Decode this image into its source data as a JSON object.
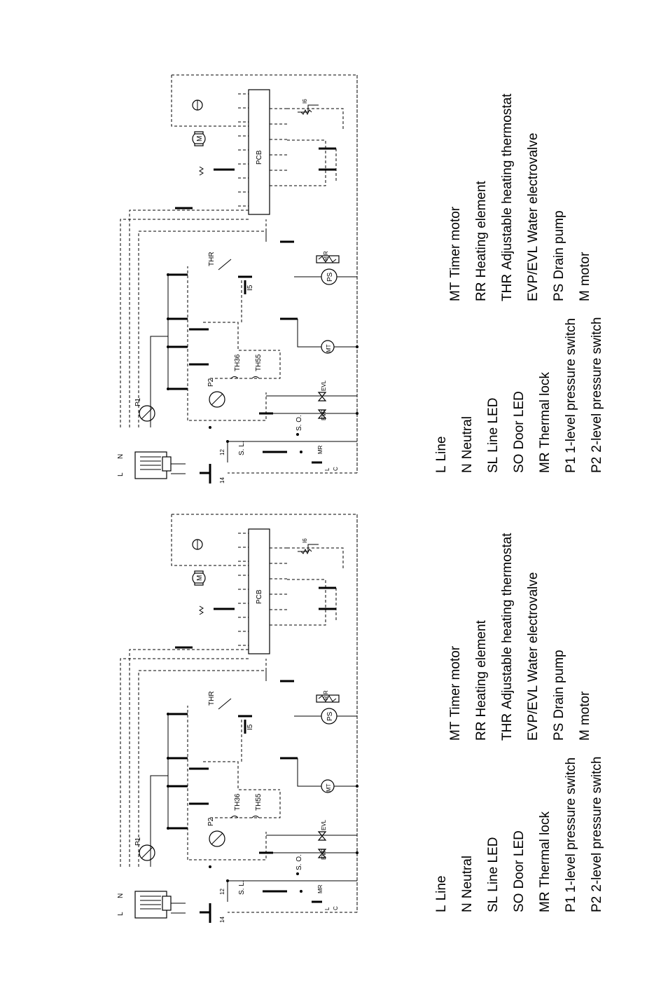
{
  "diagrams": [
    {
      "labels": {
        "pcb": "PCB",
        "timer_motor": "MT",
        "drain_pump": "PS",
        "thermostat": "THR",
        "evl": "EVL",
        "evp": "EVP",
        "p1": "P1",
        "p2": "P2",
        "th36": "TH36",
        "th55": "TH55",
        "i5": "I5",
        "i6": "I6",
        "sl": "S. L.",
        "so": "S. O.",
        "mr": "MR",
        "n": "N",
        "l": "L",
        "rr": "R R",
        "motor": "M",
        "l_term": "L",
        "c_term": "C"
      },
      "legend_left": [
        {
          "code": "L",
          "text": "Line"
        },
        {
          "code": "N",
          "text": "Neutral"
        },
        {
          "code": "SL",
          "text": "Line LED"
        },
        {
          "code": "SO",
          "text": "Door LED"
        },
        {
          "code": "MR",
          "text": "Thermal lock"
        },
        {
          "code": "P1",
          "text": "1-level pressure switch"
        },
        {
          "code": "P2",
          "text": "2-level pressure switch"
        }
      ],
      "legend_right": [
        {
          "code": "MT",
          "text": "Timer motor"
        },
        {
          "code": "RR",
          "text": "Heating element"
        },
        {
          "code": "THR",
          "text": "Adjustable heating thermostat"
        },
        {
          "code": "EVP/EVL",
          "text": "Water electrovalve"
        },
        {
          "code": "PS",
          "text": "Drain pump"
        },
        {
          "code": "M",
          "text": "motor"
        }
      ]
    },
    {
      "labels": {
        "pcb": "PCB",
        "timer_motor": "MT",
        "drain_pump": "PS",
        "thermostat": "THR",
        "evl": "EVL",
        "evp": "EVP",
        "p1": "P1",
        "p2": "P2",
        "th36": "TH36",
        "th55": "TH55",
        "i5": "I5",
        "i6": "I6",
        "sl": "S. L.",
        "so": "S. O.",
        "mr": "MR",
        "n": "N",
        "l": "L",
        "rr": "R R",
        "motor": "M",
        "l_term": "L",
        "c_term": "C"
      },
      "legend_left": [
        {
          "code": "L",
          "text": "Line"
        },
        {
          "code": "N",
          "text": "Neutral"
        },
        {
          "code": "SL",
          "text": "Line LED"
        },
        {
          "code": "SO",
          "text": "Door LED"
        },
        {
          "code": "MR",
          "text": "Thermal lock"
        },
        {
          "code": "P1",
          "text": "1-level pressure switch"
        },
        {
          "code": "P2",
          "text": "2-level pressure switch"
        }
      ],
      "legend_right": [
        {
          "code": "MT",
          "text": "Timer motor"
        },
        {
          "code": "RR",
          "text": "Heating element"
        },
        {
          "code": "THR",
          "text": "Adjustable heating thermostat"
        },
        {
          "code": "EVP/EVL",
          "text": "Water electrovalve"
        },
        {
          "code": "PS",
          "text": "Drain pump"
        },
        {
          "code": "M",
          "text": "motor"
        }
      ]
    }
  ]
}
